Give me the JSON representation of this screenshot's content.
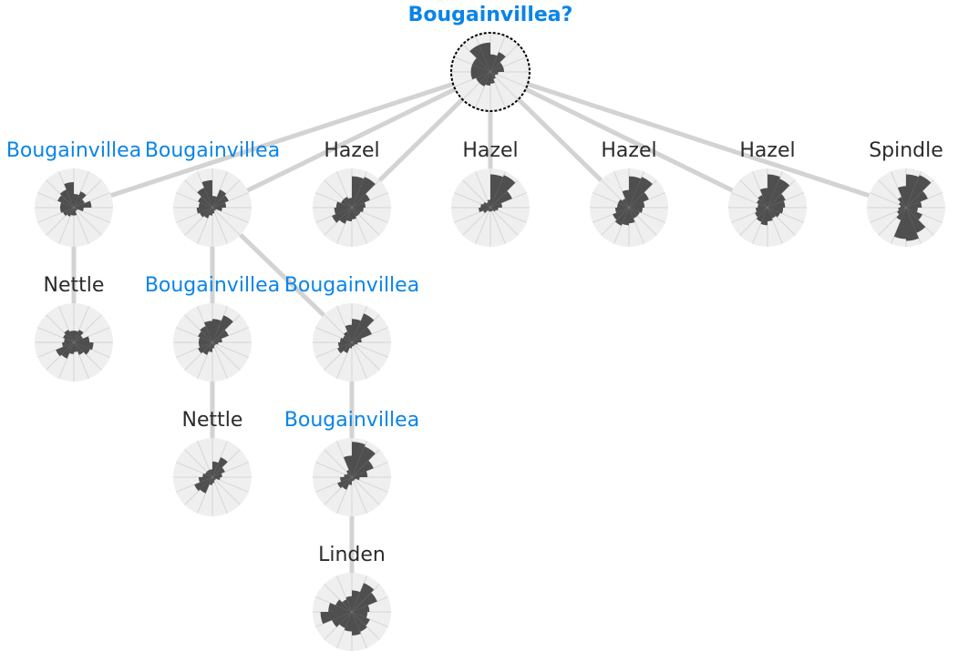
{
  "colors": {
    "highlight": "#0a84e8",
    "normal": "#2b2b2b",
    "edge": "#d3d3d3",
    "disc": "#efefef",
    "wedge": "#4f4f4f"
  },
  "nodes": [
    {
      "id": "root",
      "label": "Bougainvillea?",
      "highlight": true,
      "query": true,
      "petals": [
        0.45,
        0.55,
        0.35,
        0.35,
        0.2,
        0.15,
        0.2,
        0.3,
        0.35,
        0.4,
        0.4,
        0.5,
        0.5,
        0.5,
        0.75,
        0.75
      ]
    },
    {
      "id": "c1",
      "label": "Bougainvillea",
      "highlight": true,
      "petals": [
        0.35,
        0.45,
        0.3,
        0.45,
        0.25,
        0.1,
        0.1,
        0.2,
        0.2,
        0.25,
        0.3,
        0.35,
        0.35,
        0.45,
        0.5,
        0.65
      ]
    },
    {
      "id": "c2",
      "label": "Bougainvillea",
      "highlight": true,
      "petals": [
        0.3,
        0.5,
        0.45,
        0.35,
        0.25,
        0.1,
        0.1,
        0.15,
        0.2,
        0.3,
        0.35,
        0.4,
        0.35,
        0.4,
        0.55,
        0.7
      ]
    },
    {
      "id": "c3",
      "label": "Hazel",
      "highlight": false,
      "petals": [
        0.8,
        0.85,
        0.5,
        0.35,
        0.3,
        0.25,
        0.25,
        0.3,
        0.35,
        0.45,
        0.55,
        0.45,
        0.4,
        0.3,
        0.3,
        0.25
      ]
    },
    {
      "id": "c4",
      "label": "Hazel",
      "highlight": false,
      "petals": [
        0.85,
        0.9,
        0.6,
        0.3,
        0.2,
        0.15,
        0.1,
        0.1,
        0.1,
        0.1,
        0.2,
        0.3,
        0.25,
        0.2,
        0.15,
        0.2
      ]
    },
    {
      "id": "c5",
      "label": "Hazel",
      "highlight": false,
      "petals": [
        0.8,
        0.85,
        0.55,
        0.4,
        0.35,
        0.3,
        0.3,
        0.4,
        0.45,
        0.5,
        0.45,
        0.35,
        0.3,
        0.3,
        0.25,
        0.45
      ]
    },
    {
      "id": "c6",
      "label": "Hazel",
      "highlight": false,
      "petals": [
        0.85,
        0.8,
        0.5,
        0.45,
        0.4,
        0.35,
        0.3,
        0.35,
        0.45,
        0.4,
        0.35,
        0.3,
        0.25,
        0.3,
        0.35,
        0.5
      ]
    },
    {
      "id": "c7",
      "label": "Spindle",
      "highlight": false,
      "petals": [
        0.85,
        0.9,
        0.6,
        0.4,
        0.3,
        0.45,
        0.7,
        0.85,
        0.8,
        0.35,
        0.25,
        0.2,
        0.15,
        0.2,
        0.3,
        0.55
      ]
    },
    {
      "id": "g1",
      "label": "Nettle",
      "highlight": false,
      "petals": [
        0.3,
        0.35,
        0.25,
        0.4,
        0.5,
        0.45,
        0.35,
        0.25,
        0.3,
        0.45,
        0.5,
        0.3,
        0.25,
        0.3,
        0.35,
        0.3
      ]
    },
    {
      "id": "g2",
      "label": "Bougainvillea",
      "highlight": true,
      "petals": [
        0.6,
        0.75,
        0.45,
        0.25,
        0.15,
        0.1,
        0.1,
        0.15,
        0.25,
        0.35,
        0.4,
        0.35,
        0.35,
        0.4,
        0.45,
        0.55
      ]
    },
    {
      "id": "g3",
      "label": "Bougainvillea",
      "highlight": true,
      "petals": [
        0.6,
        0.8,
        0.55,
        0.25,
        0.15,
        0.1,
        0.1,
        0.1,
        0.15,
        0.3,
        0.4,
        0.35,
        0.3,
        0.25,
        0.3,
        0.45
      ]
    },
    {
      "id": "gg1",
      "label": "Nettle",
      "highlight": false,
      "petals": [
        0.4,
        0.55,
        0.35,
        0.25,
        0.2,
        0.1,
        0.1,
        0.15,
        0.2,
        0.45,
        0.5,
        0.35,
        0.25,
        0.2,
        0.2,
        0.2
      ]
    },
    {
      "id": "gg2",
      "label": "Bougainvillea",
      "highlight": true,
      "petals": [
        0.9,
        0.85,
        0.6,
        0.4,
        0.2,
        0.1,
        0.1,
        0.1,
        0.2,
        0.35,
        0.4,
        0.3,
        0.2,
        0.15,
        0.2,
        0.55
      ]
    },
    {
      "id": "ggg1",
      "label": "Linden",
      "highlight": false,
      "petals": [
        0.55,
        0.8,
        0.7,
        0.45,
        0.4,
        0.5,
        0.55,
        0.6,
        0.5,
        0.45,
        0.55,
        0.8,
        0.6,
        0.45,
        0.35,
        0.4
      ]
    }
  ],
  "edges": [
    {
      "from": "root",
      "to": "c1"
    },
    {
      "from": "root",
      "to": "c2"
    },
    {
      "from": "root",
      "to": "c3"
    },
    {
      "from": "root",
      "to": "c4"
    },
    {
      "from": "root",
      "to": "c5"
    },
    {
      "from": "root",
      "to": "c6"
    },
    {
      "from": "root",
      "to": "c7"
    },
    {
      "from": "c1",
      "to": "g1"
    },
    {
      "from": "c2",
      "to": "g2"
    },
    {
      "from": "c2",
      "to": "g3"
    },
    {
      "from": "g2",
      "to": "gg1"
    },
    {
      "from": "g3",
      "to": "gg2"
    },
    {
      "from": "gg2",
      "to": "ggg1"
    }
  ]
}
